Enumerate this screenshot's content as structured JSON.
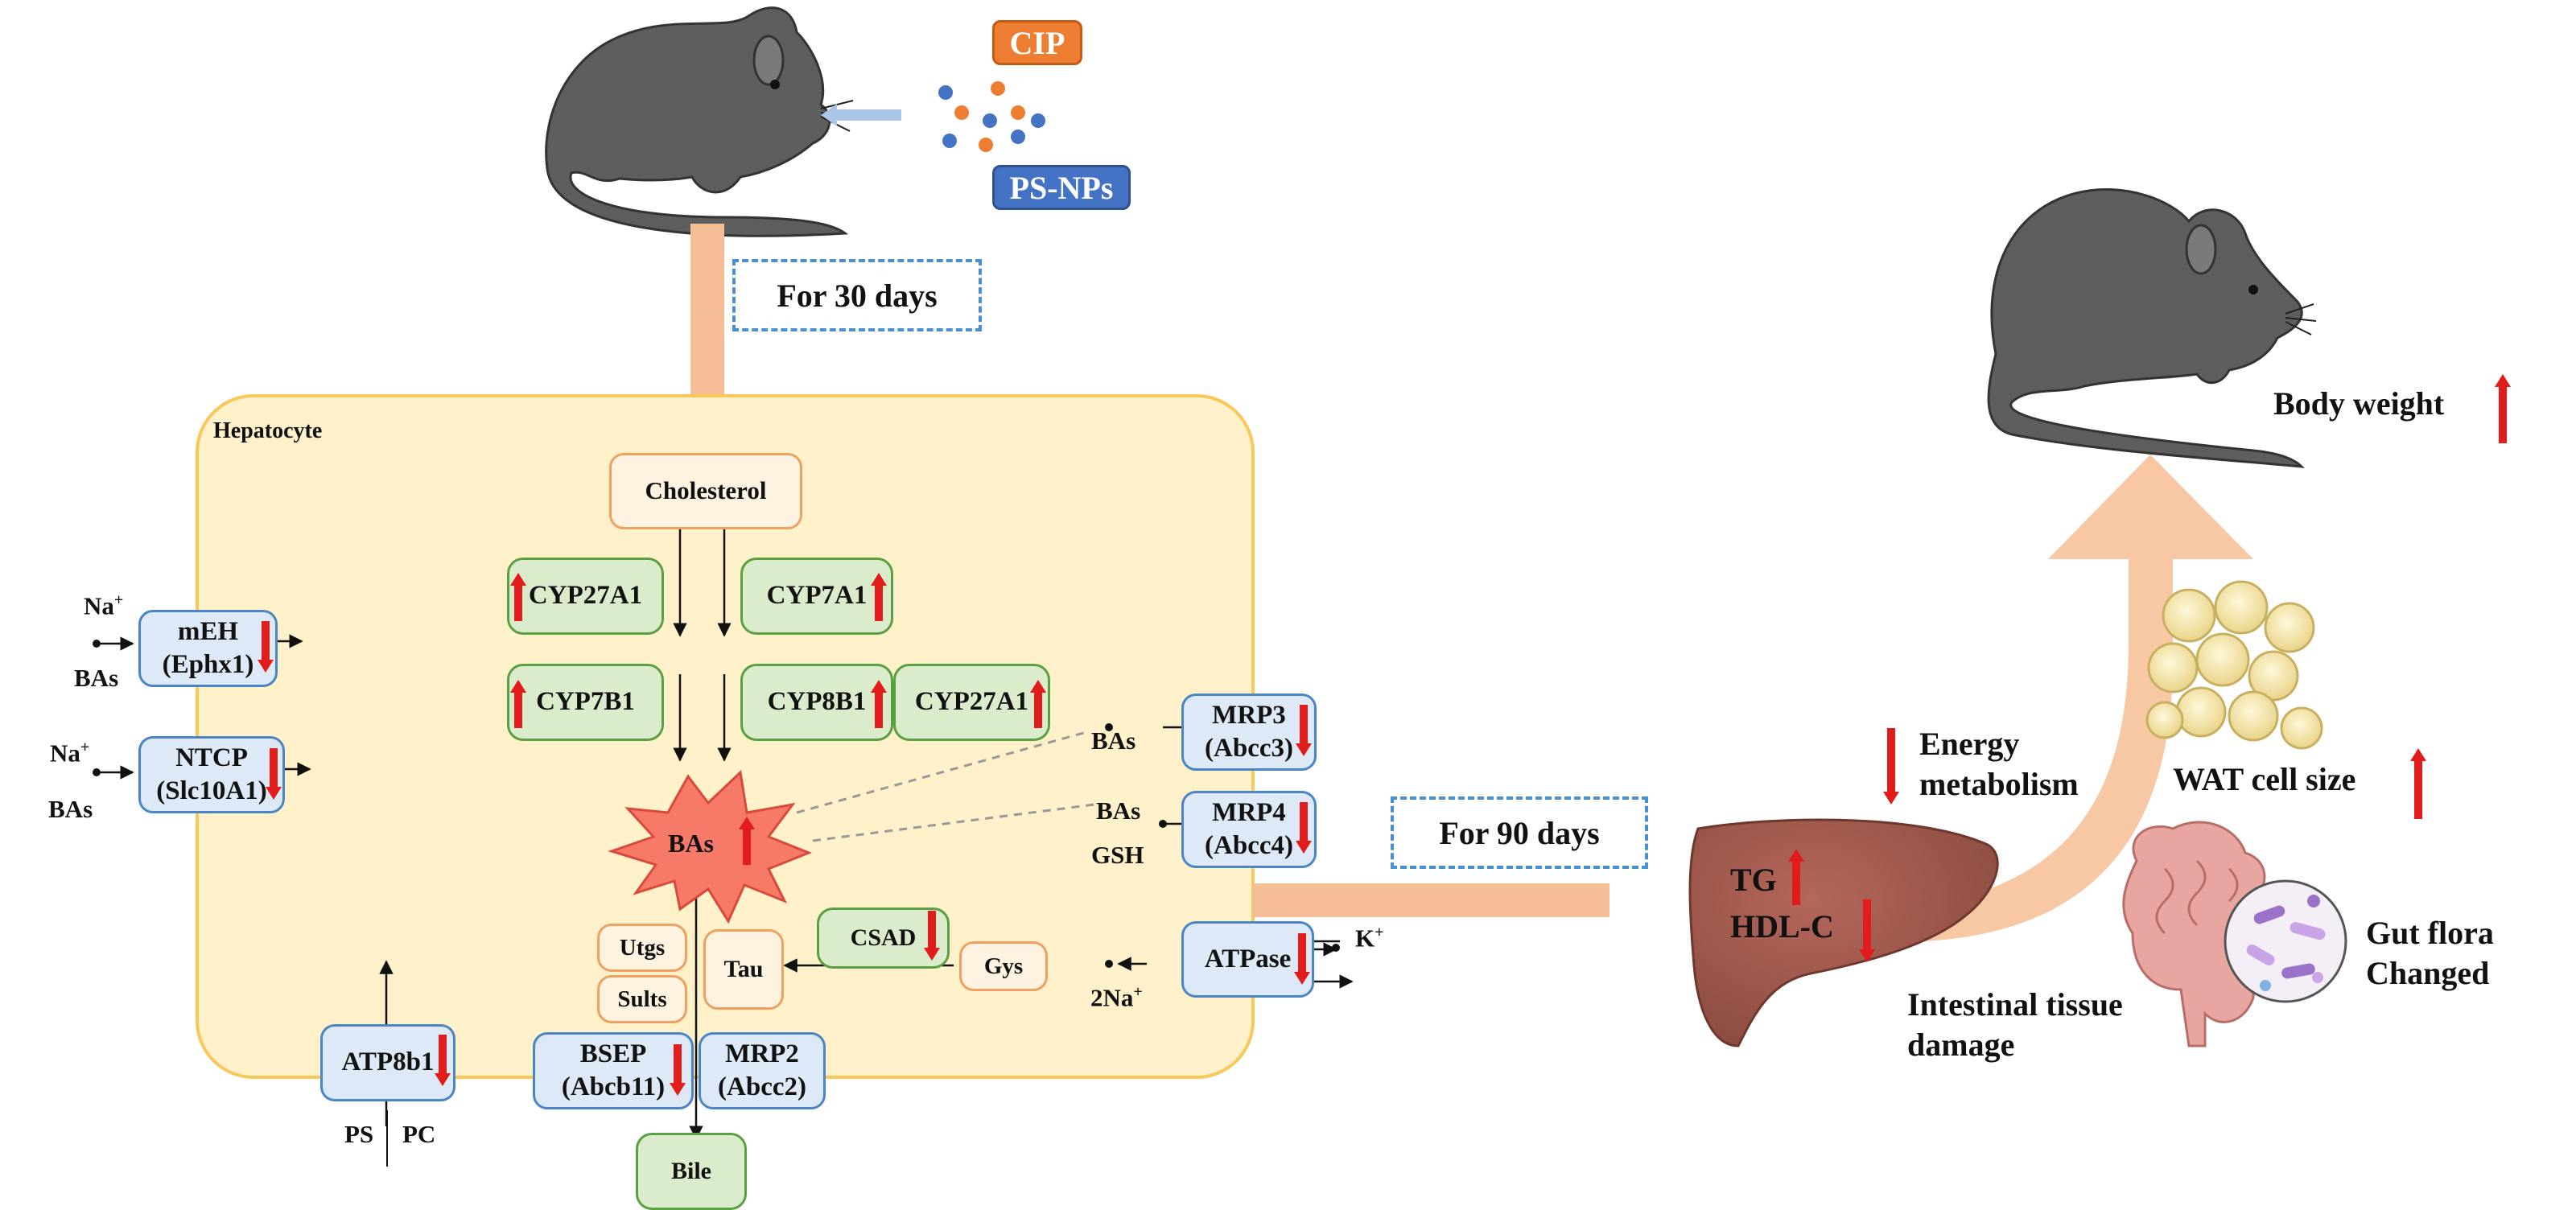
{
  "exposure": {
    "cip_label": "CIP",
    "psnps_label": "PS-NPs",
    "duration_30": "For 30 days",
    "duration_90": "For 90 days"
  },
  "hepatocyte": {
    "title": "Hepatocyte",
    "cholesterol": "Cholesterol",
    "cyp27a1_left": "CYP27A1",
    "cyp7a1": "CYP7A1",
    "cyp7b1": "CYP7B1",
    "cyp8b1": "CYP8B1",
    "cyp27a1_right": "CYP27A1",
    "bas": "BAs",
    "utgs": "Utgs",
    "sults": "Sults",
    "tau": "Tau",
    "csad": "CSAD",
    "gys": "Gys",
    "bile": "Bile"
  },
  "transporters": {
    "meh": {
      "line1": "mEH",
      "line2": "(Ephx1)"
    },
    "ntcp": {
      "line1": "NTCP",
      "line2": "(Slc10A1)"
    },
    "mrp3": {
      "line1": "MRP3",
      "line2": "(Abcc3)"
    },
    "mrp4": {
      "line1": "MRP4",
      "line2": "(Abcc4)"
    },
    "atpase": {
      "line1": "ATPase"
    },
    "atp8b1": {
      "line1": "ATP8b1"
    },
    "bsep": {
      "line1": "BSEP",
      "line2": "(Abcb11)"
    },
    "mrp2": {
      "line1": "MRP2",
      "line2": "(Abcc2)"
    }
  },
  "substrates": {
    "na_top": "Na",
    "na_top_sup": "+",
    "bas_top": "BAs",
    "na_mid": "Na",
    "na_mid_sup": "+",
    "bas_mid": "BAs",
    "bas_mrp3": "BAs",
    "bas_mrp4": "BAs",
    "gsh_mrp4": "GSH",
    "k_plus": "K",
    "k_plus_sup": "+",
    "two_na": "2Na",
    "two_na_sup": "+",
    "ps": "PS",
    "pc": "PC"
  },
  "outcomes": {
    "body_weight": "Body weight",
    "energy_line1": "Energy",
    "energy_line2": "metabolism",
    "wat": "WAT cell size",
    "tg": "TG",
    "hdlc": "HDL-C",
    "intestinal_line1": "Intestinal tissue",
    "intestinal_line2": "damage",
    "gut_line1": "Gut flora",
    "gut_line2": "Changed"
  },
  "colors": {
    "up_down_arrow": "#e21b1b",
    "cip_fill": "#ed7d31",
    "psnps_fill": "#4472c4",
    "hepatocyte_fill": "#fff1c9",
    "flow_arrow": "#f5be97"
  }
}
